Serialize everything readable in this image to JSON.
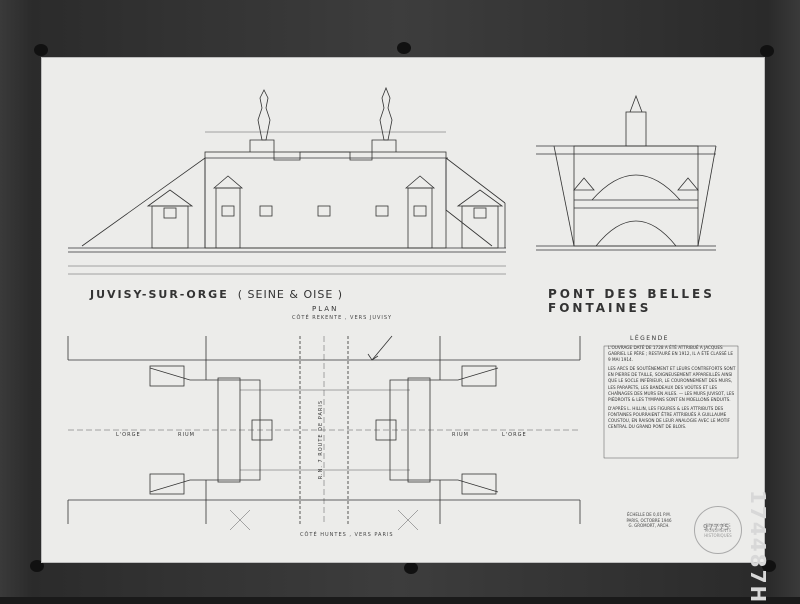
{
  "titles": {
    "place": "JUVISY-SUR-ORGE",
    "department": "( SEINE & OISE )",
    "monument": "PONT DES BELLES FONTAINES"
  },
  "plan": {
    "heading": "PLAN",
    "top_label": "CÔTÉ REKENTE , VERS JUVISY",
    "bottom_label": "CÔTÉ HUNTES , VERS PARIS",
    "river_left": "L'ORGE",
    "river_right": "L'ORGE",
    "rium_left": "RIUM",
    "rium_right": "RIUM",
    "road_label": "R.N. 7 ROUTE DE PARIS"
  },
  "legend": {
    "title": "LÉGENDE",
    "paragraphs": [
      "L'OUVRAGE DATÉ DE 1728 A ÉTÉ ATTRIBUÉ A JACQUES GABRIEL LE PÈRE ; RESTAURÉ EN 1912, IL A ÉTÉ CLASSÉ LE 9 MAI 1914.",
      "LES ARCS DE SOUTÈNEMENT ET LEURS CONTREFORTS SONT EN PIERRE DE TAILLE, SOIGNEUSEMENT APPAREILLÉS AINSI QUE LE SOCLE INFÉRIEUR, LE COURONNEMENT DES MURS, LES PARAPETS, LES BANDEAUX DES VOÛTES ET LES CHAÎNAGES DES MURS EN AILES. — LES MURS JUVISOT, LES PIÉDROITS & LES TYMPANS SONT EN MOELLONS ENDUITS.",
      "D'APRÈS L. HILLIN, LES FIGURES & LES ATTRIBUTS DES FONTAINES POURRAIENT ÊTRE ATTRIBUÉS À GUILLAUME COUSTOU, EN RAISON DE LEUR ANALOGIE AVEC LE MOTIF CENTRAL DU GRAND PONT DE BLOIS."
    ]
  },
  "scale_note": [
    "ÉCHELLE DE 0,01 P.M.",
    "PARIS, OCTOBRE 1946",
    "G. GROMORT, ARCH."
  ],
  "inventory_number": "97775",
  "stamp_text": "BEAUX-ARTS MONUMENTS HISTORIQUES",
  "side_code": "174487H"
}
